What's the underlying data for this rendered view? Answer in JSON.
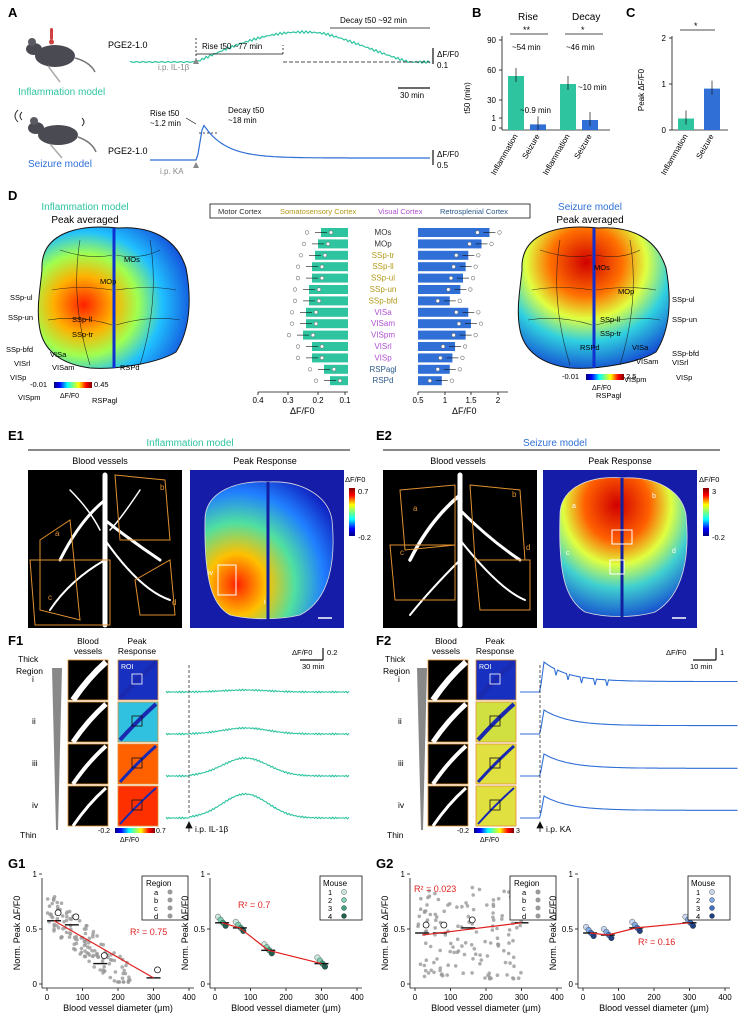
{
  "panels": {
    "A": "A",
    "B": "B",
    "C": "C",
    "D": "D",
    "E1": "E1",
    "E2": "E2",
    "F1": "F1",
    "F2": "F2",
    "G1": "G1",
    "G2": "G2"
  },
  "A": {
    "inflammation_label": "Inflammation model",
    "seizure_label": "Seizure model",
    "pge2_top": "PGE2-1.0",
    "pge2_bottom": "PGE2-1.0",
    "ip_top": "i.p. IL-1β",
    "ip_bottom": "i.p. KA",
    "rise_top": "Rise t50 ~77 min",
    "decay_top": "Decay t50 ~92 min",
    "rise_bottom_1": "Rise t50",
    "rise_bottom_2": "~1.2 min",
    "decay_bottom_1": "Decay t50",
    "decay_bottom_2": "~18 min",
    "scale_top_unit": "ΔF/F0",
    "scale_top_val": "0.1",
    "scale_bottom_unit": "ΔF/F0",
    "scale_bottom_val": "0.5",
    "time_scale": "30 min"
  },
  "B": {
    "rise": "Rise",
    "decay": "Decay",
    "sig_rise": "**",
    "sig_decay": "*",
    "ylabel": "t50 (min)",
    "yticks": [
      "90",
      "60",
      "30",
      "1",
      "0"
    ],
    "ann": [
      "~54 min",
      "~0.9 min",
      "~46 min",
      "~10 min"
    ],
    "xcats": [
      "Inflammation",
      "Seizure",
      "Inflammation",
      "Seizure"
    ]
  },
  "C": {
    "ylabel": "Peak ΔF/F0",
    "yticks": [
      "2",
      "1",
      "0"
    ],
    "sig": "*",
    "xcats": [
      "Inflammation",
      "Seizure"
    ]
  },
  "D": {
    "left_title": "Inflammation model",
    "left_sub": "Peak averaged",
    "right_title": "Seizure model",
    "right_sub": "Peak averaged",
    "legend": [
      "Motor Cortex",
      "Somatosensory Cortex",
      "Visual Cortex",
      "Retrosplenial Cortex"
    ],
    "regions": [
      "MOs",
      "MOp",
      "SSp-tr",
      "SSp-ll",
      "SSp-ul",
      "SSp-un",
      "SSp-bfd",
      "VISa",
      "VISam",
      "VISpm",
      "VISrl",
      "VISp",
      "RSPagl",
      "RSPd"
    ],
    "left_map_labels": [
      "MOs",
      "MOp",
      "SSp-ul",
      "SSp-un",
      "SSp-ll",
      "SSp-tr",
      "SSp-bfd",
      "VISa",
      "VISrl",
      "VISam",
      "VISp",
      "RSPd",
      "VISpm",
      "RSPagl"
    ],
    "right_map_labels": [
      "MOs",
      "MOp",
      "SSp-ul",
      "SSp-un",
      "SSp-ll",
      "SSp-tr",
      "RSPd",
      "VISa",
      "SSp-bfd",
      "VISrl",
      "VISam",
      "VISp",
      "VISpm",
      "RSPagl"
    ],
    "left_scale": [
      "-0.01",
      "0.45"
    ],
    "right_scale": [
      "-0.01",
      "2.5"
    ],
    "scale_unit": "ΔF/F0",
    "left_xticks": [
      "0.4",
      "0.3",
      "0.2",
      "0.1"
    ],
    "right_xticks": [
      "0.5",
      "1",
      "1.5",
      "2"
    ],
    "xlabel": "ΔF/F0"
  },
  "E1": {
    "title": "Inflammation model",
    "vessels": "Blood vessels",
    "peak": "Peak Response",
    "scale": [
      "ΔF/F0",
      "0.7",
      "-0.2"
    ]
  },
  "E2": {
    "title": "Seizure model",
    "vessels": "Blood vessels",
    "peak": "Peak Response",
    "scale": [
      "ΔF/F0",
      "3",
      "-0.2"
    ]
  },
  "F1": {
    "h_vessels": "Blood vessels",
    "h_peak": "Peak Response",
    "thick": "Thick",
    "thin": "Thin",
    "region": "Region",
    "rows": [
      "i",
      "ii",
      "iii",
      "iv"
    ],
    "roi": "ROI",
    "scale_unit": "ΔF/F0",
    "scale_val": "0.2",
    "scale_time": "30 min",
    "cbar": [
      "-0.2",
      "0.7"
    ],
    "cbar_unit": "ΔF/F0",
    "event": "i.p. IL-1β"
  },
  "F2": {
    "h_vessels": "Blood vessels",
    "h_peak": "Peak Response",
    "thick": "Thick",
    "thin": "Thin",
    "region": "Region",
    "rows": [
      "i",
      "ii",
      "iii",
      "iv"
    ],
    "roi": "ROI",
    "scale_unit": "ΔF/F0",
    "scale_val": "1",
    "scale_time": "10 min",
    "cbar": [
      "-0.2",
      "3"
    ],
    "cbar_unit": "ΔF/F0",
    "event": "i.p. KA"
  },
  "G1": {
    "ylabel": "Norm. Peak ΔF/F0",
    "xlabel": "Blood vessel diameter (μm)",
    "r2_left": "R² = 0.75",
    "r2_right": "R² = 0.7",
    "legend_region": "Region",
    "regions": [
      "a",
      "b",
      "c",
      "d"
    ],
    "legend_mouse": "Mouse",
    "mice": [
      "1",
      "2",
      "3",
      "4"
    ],
    "yticks": [
      "0",
      "0.5",
      "1"
    ],
    "xticks": [
      "0",
      "100",
      "200",
      "300",
      "400"
    ]
  },
  "G2": {
    "ylabel": "Norm. Peak ΔF/F0",
    "xlabel": "Blood vessel diameter (μm)",
    "r2_left": "R² = 0.023",
    "r2_right": "R² = 0.16",
    "legend_region": "Region",
    "regions": [
      "a",
      "b",
      "c",
      "d"
    ],
    "legend_mouse": "Mouse",
    "mice": [
      "1",
      "2",
      "3",
      "4"
    ],
    "yticks": [
      "0",
      "0.5",
      "1"
    ],
    "xticks": [
      "0",
      "100",
      "200",
      "300",
      "400"
    ]
  },
  "colors": {
    "inflammation": "#2ec4a0",
    "seizure": "#2f6fd6",
    "motor": "#333333",
    "somato": "#b39a1a",
    "visual": "#b050d0",
    "retro": "#2c5a8a",
    "sig_red": "#e02020"
  },
  "chart_data": [
    {
      "type": "bar",
      "title": "B",
      "ylabel": "t50 (min)",
      "categories": [
        "Inflammation (Rise)",
        "Seizure (Rise)",
        "Inflammation (Decay)",
        "Seizure (Decay)"
      ],
      "values": [
        54,
        0.9,
        46,
        10
      ],
      "ylim": [
        0,
        90
      ]
    },
    {
      "type": "bar",
      "title": "C",
      "ylabel": "Peak ΔF/F0",
      "categories": [
        "Inflammation",
        "Seizure"
      ],
      "values": [
        0.25,
        0.9
      ],
      "ylim": [
        0,
        2
      ]
    },
    {
      "type": "bar",
      "title": "D left",
      "xlabel": "ΔF/F0",
      "categories": [
        "MOs",
        "MOp",
        "SSp-tr",
        "SSp-ll",
        "SSp-ul",
        "SSp-un",
        "SSp-bfd",
        "VISa",
        "VISam",
        "VISpm",
        "VISrl",
        "VISp",
        "RSPagl",
        "RSPd"
      ],
      "values": [
        0.19,
        0.2,
        0.21,
        0.22,
        0.22,
        0.23,
        0.23,
        0.24,
        0.24,
        0.25,
        0.22,
        0.22,
        0.18,
        0.16
      ],
      "xlim": [
        0.4,
        0.1
      ]
    },
    {
      "type": "bar",
      "title": "D right",
      "xlabel": "ΔF/F0",
      "categories": [
        "MOs",
        "MOp",
        "SSp-tr",
        "SSp-ll",
        "SSp-ul",
        "SSp-un",
        "SSp-bfd",
        "VISa",
        "VISam",
        "VISpm",
        "VISrl",
        "VISp",
        "RSPagl",
        "RSPd"
      ],
      "values": [
        1.85,
        1.7,
        1.45,
        1.4,
        1.35,
        1.3,
        1.1,
        1.45,
        1.5,
        1.4,
        1.2,
        1.15,
        1.1,
        0.95
      ],
      "xlim": [
        0.5,
        2.2
      ]
    },
    {
      "type": "scatter",
      "title": "G1 right",
      "xlabel": "Blood vessel diameter (μm)",
      "ylabel": "Norm. Peak ΔF/F0",
      "x": [
        20,
        70,
        150,
        300
      ],
      "y": [
        0.6,
        0.55,
        0.33,
        0.2
      ],
      "xlim": [
        0,
        400
      ],
      "ylim": [
        0,
        1
      ]
    },
    {
      "type": "scatter",
      "title": "G2 right",
      "xlabel": "Blood vessel diameter (μm)",
      "ylabel": "Norm. Peak ΔF/F0",
      "x": [
        20,
        70,
        150,
        300
      ],
      "y": [
        0.5,
        0.48,
        0.55,
        0.6
      ],
      "xlim": [
        0,
        400
      ],
      "ylim": [
        0,
        1
      ]
    }
  ]
}
